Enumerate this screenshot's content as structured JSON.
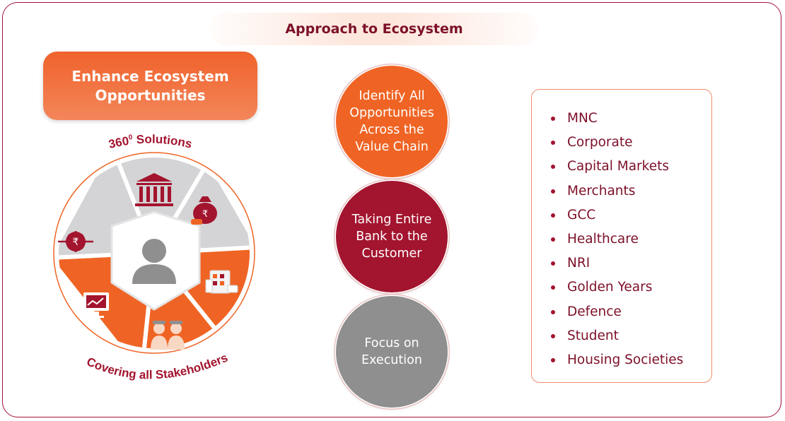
{
  "title": "Approach to Ecosystem",
  "enhance": {
    "line1": "Enhance Ecosystem",
    "line2": "Opportunities"
  },
  "wheel": {
    "top_arc": "360",
    "top_arc_sup": "0",
    "top_arc_suffix": " Solutions",
    "bottom_arc": "Covering all Stakeholders",
    "rupee_symbol": "₹",
    "center_icon": "person-icon",
    "segment_icons": [
      "bank-icon",
      "money-bag-icon",
      "building-icon",
      "users-icon",
      "monitor-icon",
      "rupee-virus-icon"
    ]
  },
  "circles": [
    {
      "lines": [
        "Identify All",
        "Opportunities",
        "Across the",
        "Value Chain"
      ],
      "color": "#ef6424"
    },
    {
      "lines": [
        "Taking Entire",
        "Bank to the",
        "Customer"
      ],
      "color": "#a3142e"
    },
    {
      "lines": [
        "Focus on",
        "Execution"
      ],
      "color": "#8f8f8f"
    }
  ],
  "stakeholders": [
    "MNC",
    "Corporate",
    "Capital Markets",
    "Merchants",
    "GCC",
    "Healthcare",
    "NRI",
    "Golden Years",
    "Defence",
    "Student",
    "Housing Societies"
  ],
  "colors": {
    "maroon": "#7d1029",
    "orange": "#ef6424",
    "crimson": "#a3142e",
    "grey": "#8f8f8f",
    "light_grey": "#d4d4d6"
  }
}
